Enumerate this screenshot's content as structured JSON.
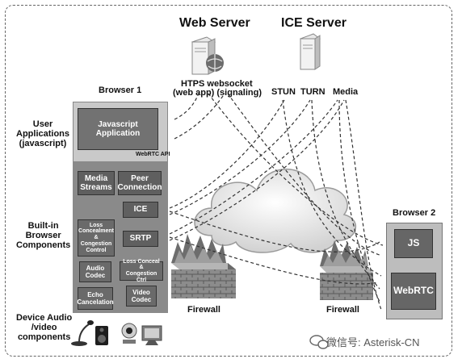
{
  "titles": {
    "web_server": "Web Server",
    "ice_server": "ICE Server"
  },
  "web_server_labels": {
    "line1": "HTPS websocket",
    "line2": "(web app) (signaling)"
  },
  "ice_labels": {
    "stun": "STUN",
    "turn": "TURN",
    "media": "Media"
  },
  "browser1": {
    "title": "Browser 1",
    "js_app": "Javascript\nApplication",
    "webrtc_api": "WebRTC API",
    "media_streams": "Media\nStreams",
    "peer_connection": "Peer\nConnection",
    "ice": "ICE",
    "srtp": "SRTP",
    "loss_concealment": "Loss\nConcealment\n& Congestion\nControl",
    "loss_conceal_ctrl": "Loss Conceal &\nCongestion Ctrl",
    "audio_codec": "Audio\nCodec",
    "video_codec": "Video\nCodec",
    "echo_cancelation": "Echo\nCancelation"
  },
  "side_labels": {
    "user_apps": "User\nApplications\n(javascript)",
    "builtin": "Built-in\nBrowser\nComponents",
    "device": "Device Audio\n/video\ncomponents"
  },
  "browser2": {
    "title": "Browser 2",
    "js": "JS",
    "webrtc": "WebRTC"
  },
  "firewall_labels": {
    "left": "Firewall",
    "right": "Firewall"
  },
  "watermark": "微信号: Asterisk-CN",
  "icons": [
    "web-server-icon",
    "ice-server-icon",
    "cloud-icon",
    "firewall-icon",
    "microphone-icon",
    "speaker-icon",
    "webcam-icon",
    "monitor-icon",
    "wechat-icon"
  ]
}
